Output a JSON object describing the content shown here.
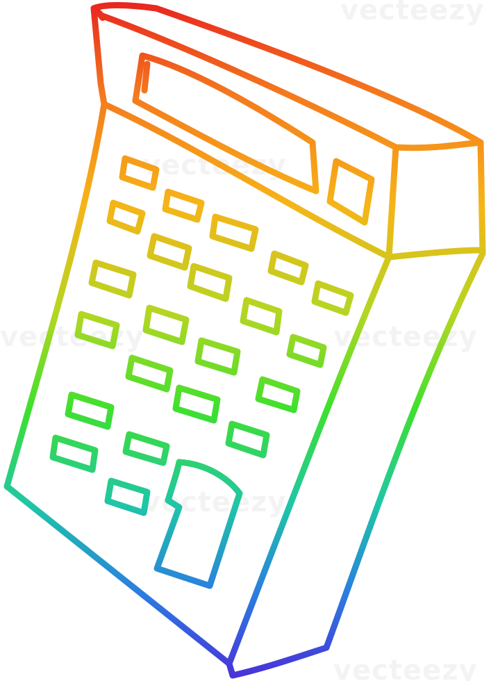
{
  "image": {
    "subject": "calculator",
    "style": "rainbow gradient line drawing",
    "background_color": "#ffffff",
    "gradient_colors": [
      "#e8231f",
      "#f47a1e",
      "#f6b417",
      "#b4d622",
      "#3fe02e",
      "#1fc6a6",
      "#2a7ee0",
      "#4b2ed8"
    ]
  },
  "watermark": {
    "text": "vecteezy"
  }
}
